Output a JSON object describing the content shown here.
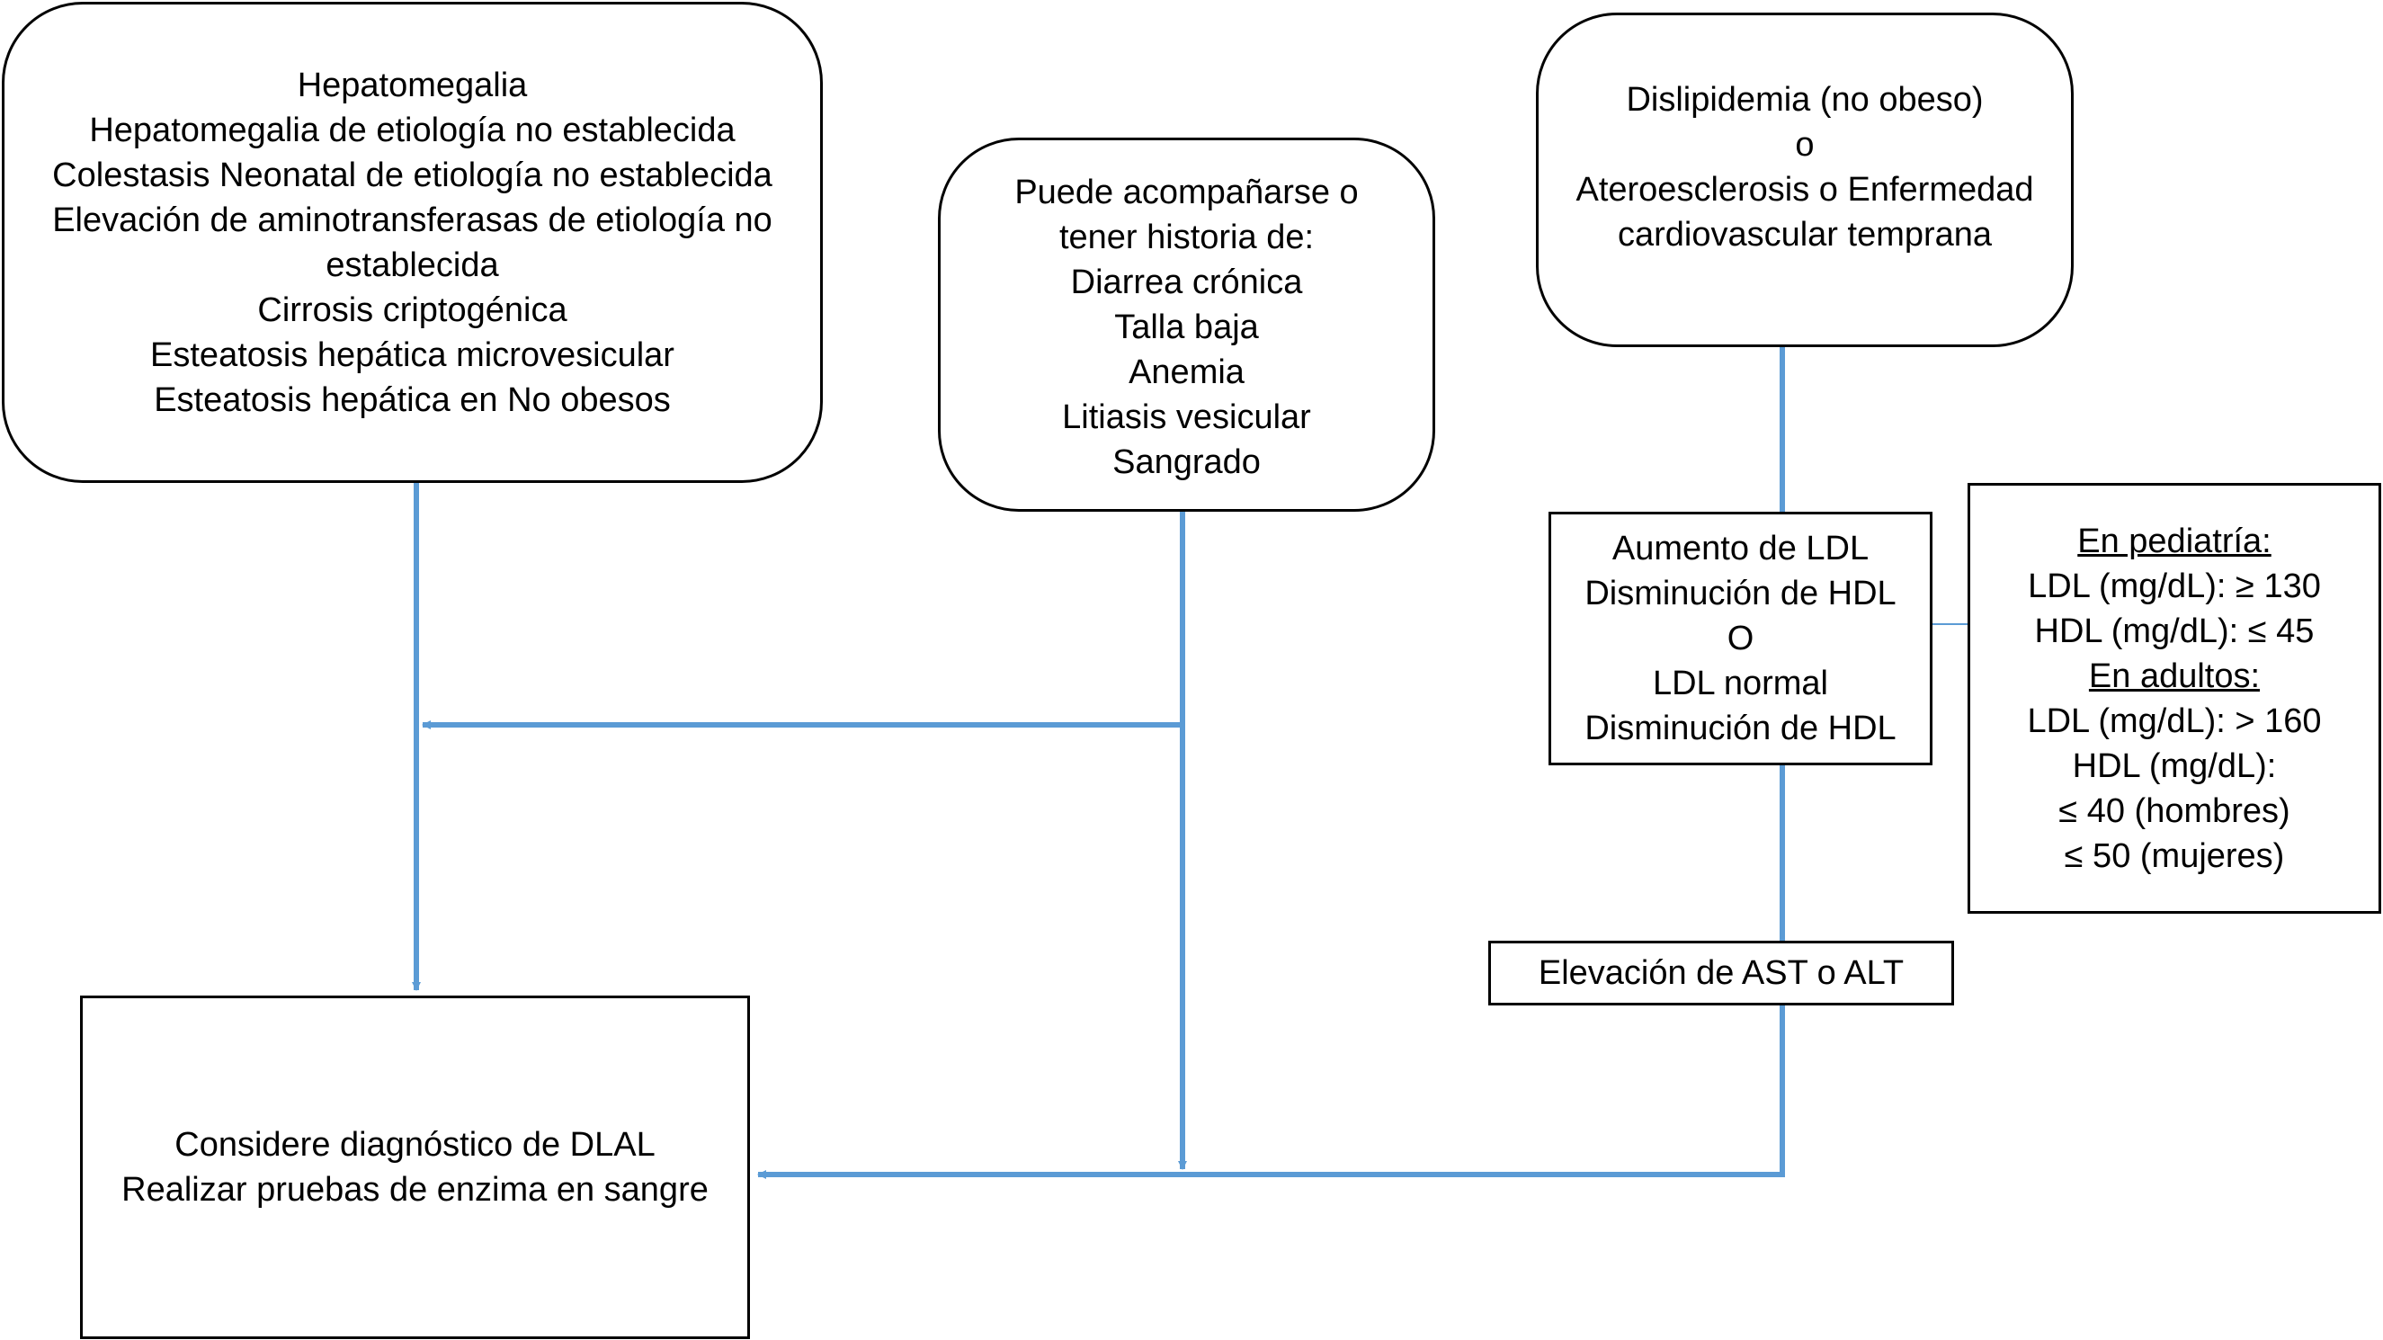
{
  "colors": {
    "connector": "#5b9bd5",
    "border": "#000000",
    "text": "#000000",
    "background": "#ffffff"
  },
  "boxes": {
    "hepato": [
      "Hepatomegalia",
      "Hepatomegalia de etiología no establecida",
      "Colestasis Neonatal de etiología no establecida",
      "Elevación de aminotransferasas de etiología no",
      "establecida",
      "Cirrosis criptogénica",
      "Esteatosis hepática microvesicular",
      "Esteatosis hepática en No obesos"
    ],
    "history": [
      "Puede acompañarse o",
      "tener historia de:",
      "Diarrea crónica",
      "Talla baja",
      "Anemia",
      "Litiasis vesicular",
      "Sangrado"
    ],
    "dyslip": [
      "Dislipidemia (no obeso)",
      "o",
      "Ateroesclerosis o Enfermedad",
      "cardiovascular temprana"
    ],
    "ldl": [
      "Aumento de LDL",
      "Disminución de HDL",
      "O",
      "LDL normal",
      "Disminución de HDL"
    ],
    "ref": [
      "En pediatría:",
      "LDL (mg/dL): ≥ 130",
      "HDL (mg/dL): ≤ 45",
      "En adultos:",
      "LDL (mg/dL): > 160",
      "HDL (mg/dL):",
      "≤ 40 (hombres)",
      "≤ 50 (mujeres)"
    ],
    "ast": [
      "Elevación de AST o ALT"
    ],
    "dlal": [
      "Considere diagnóstico de DLAL",
      "Realizar pruebas de enzima en sangre"
    ]
  }
}
